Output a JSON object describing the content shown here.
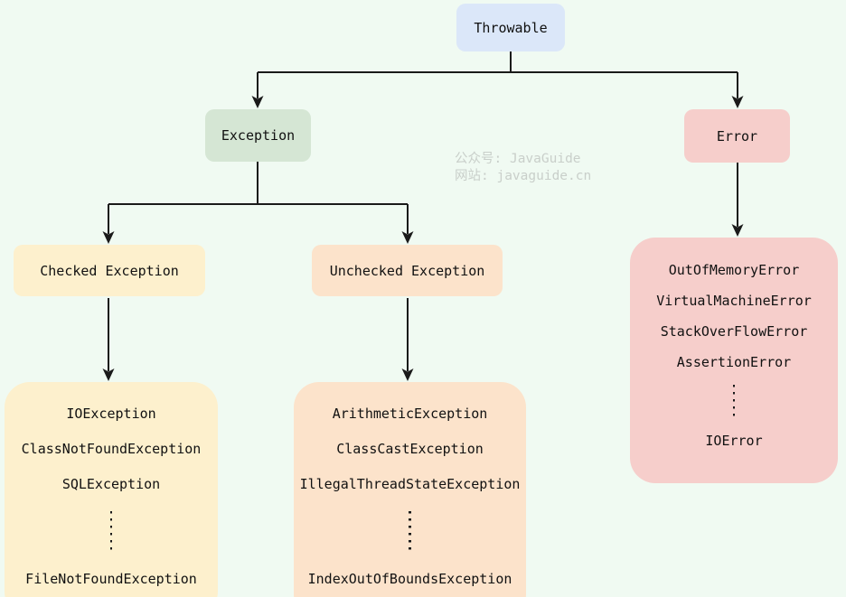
{
  "watermark": {
    "line1": "公众号: JavaGuide",
    "line2": "网站: javaguide.cn"
  },
  "nodes": {
    "throwable": {
      "label": "Throwable"
    },
    "exception": {
      "label": "Exception"
    },
    "error": {
      "label": "Error"
    },
    "checked": {
      "label": "Checked Exception"
    },
    "unchecked": {
      "label": "Unchecked Exception"
    }
  },
  "lists": {
    "checked": {
      "items": [
        "IOException",
        "ClassNotFoundException",
        "SQLException",
        "⋮",
        "FileNotFoundException"
      ]
    },
    "unchecked": {
      "items": [
        "ArithmeticException",
        "ClassCastException",
        "IllegalThreadStateException",
        "⋮",
        "IndexOutOfBoundsException"
      ]
    },
    "error": {
      "items": [
        "OutOfMemoryError",
        "VirtualMachineError",
        "StackOverFlowError",
        "AssertionError",
        "⋮",
        "IOError"
      ]
    }
  },
  "colors": {
    "bg": "#f0faf2",
    "line": "#1a1a1a",
    "text": "#111111",
    "throwable": "#dbe7f9",
    "exception": "#d5e6d4",
    "error": "#f6cecb",
    "checked": "#fdf0cd",
    "unchecked": "#fce3cb",
    "watermark": "#c9cfca"
  }
}
